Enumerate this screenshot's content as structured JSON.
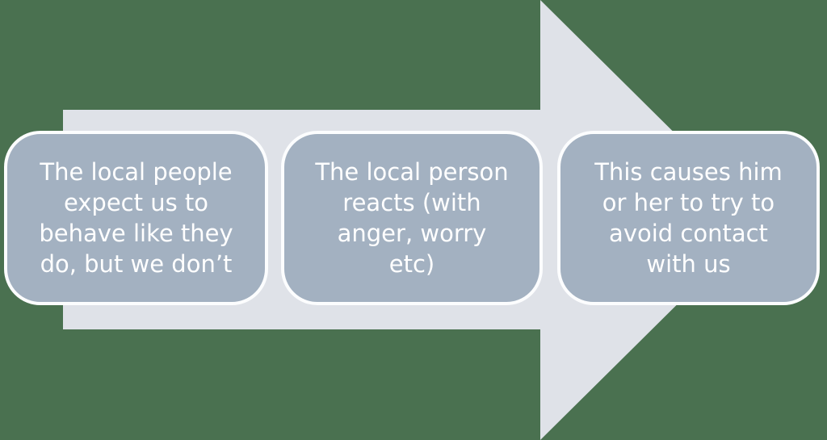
{
  "diagram": {
    "type": "process-flow-arrow",
    "direction": "right",
    "steps": [
      {
        "index": 1,
        "text": "The local people\nexpect us to\nbehave like they\ndo, but we don’t"
      },
      {
        "index": 2,
        "text": "The local person\nreacts (with\nanger, worry\netc)"
      },
      {
        "index": 3,
        "text": "This causes him\nor her to try to\navoid contact\nwith us"
      }
    ]
  },
  "colors": {
    "background": "#4a7150",
    "arrow_fill": "#dfe2e8",
    "box_fill": "#a3b1c1",
    "box_border": "#fcfdfe",
    "text": "#ffffff"
  }
}
